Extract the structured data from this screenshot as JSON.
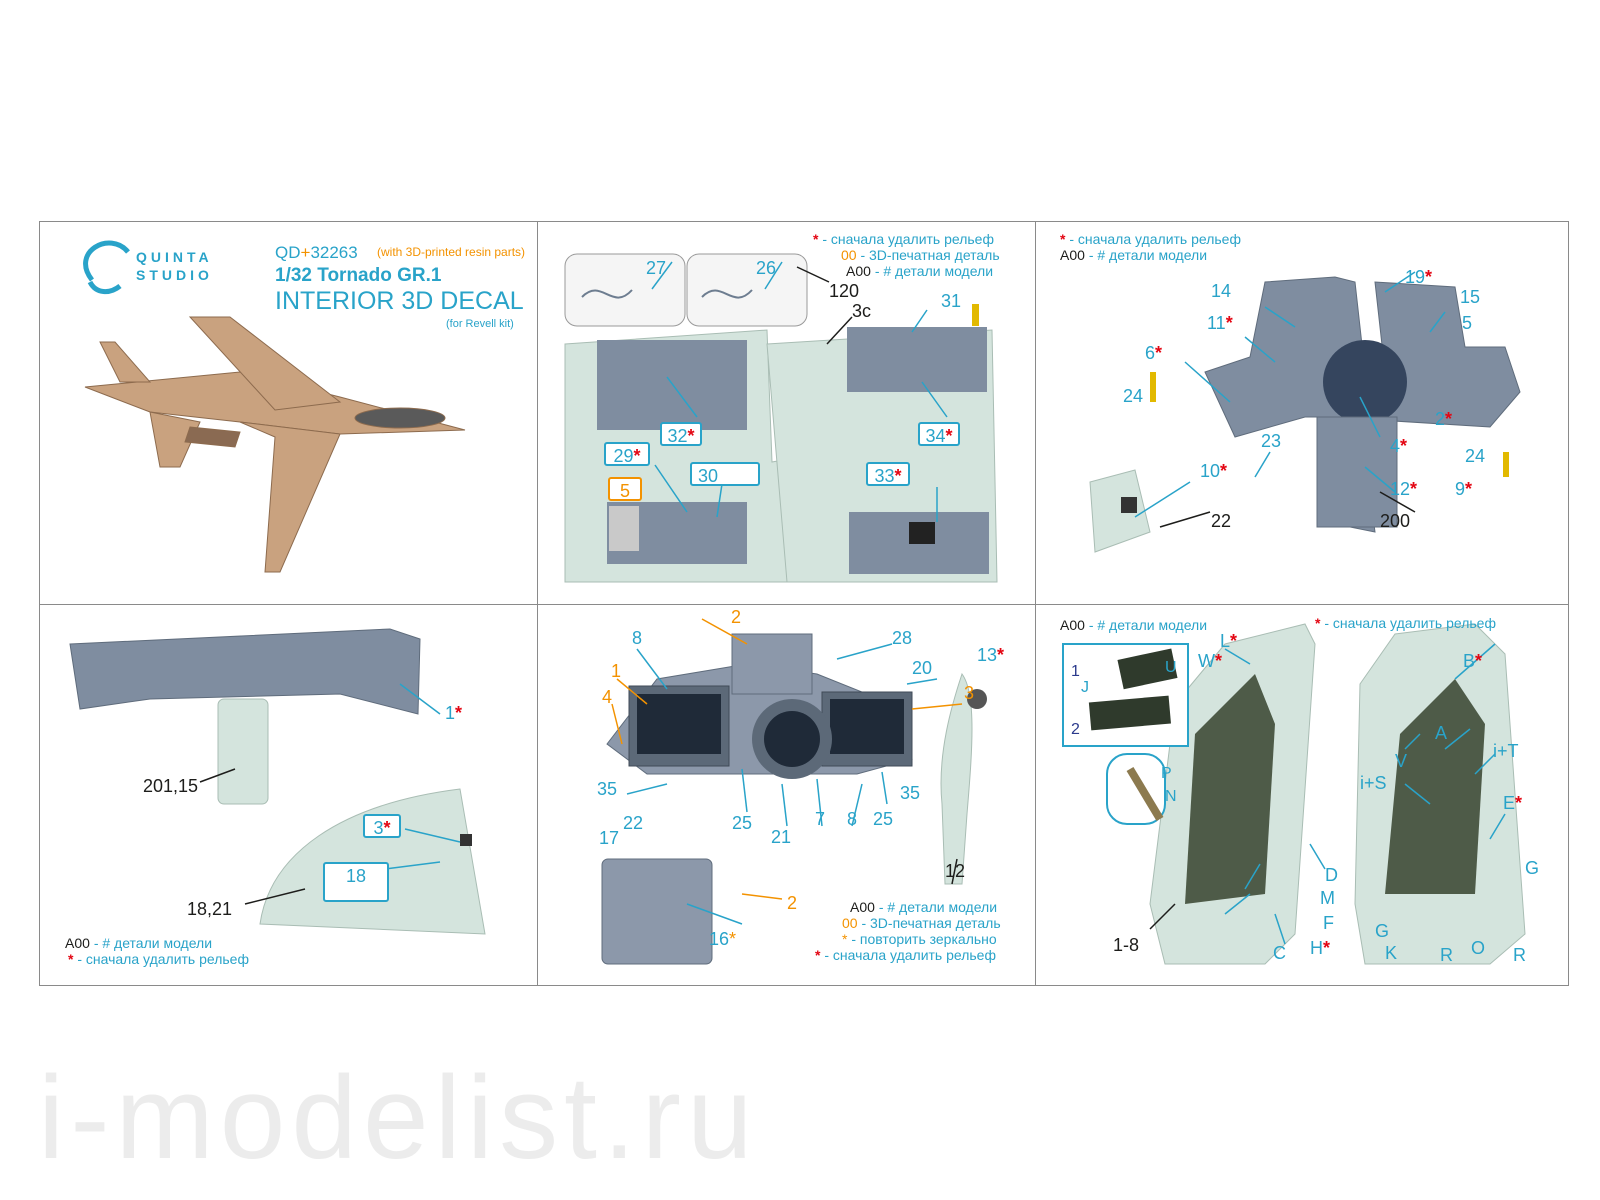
{
  "brand": {
    "line1": "QUINTA",
    "line2": "STUDIO"
  },
  "product": {
    "code_prefix": "QD",
    "code_plus": "+",
    "code_number": "32263",
    "note": "(with 3D-printed resin parts)",
    "scale_model": "1/32 Tornado GR.1",
    "title": "INTERIOR 3D DECAL",
    "kit": "(for Revell kit)"
  },
  "legend": {
    "star": "*",
    "star_text": "- сначала удалить рельеф",
    "printed_code": "00",
    "printed_text": "- 3D-печатная деталь",
    "model_code": "A00",
    "model_text": "- # детали модели",
    "mirror_text": "- повторить зеркально"
  },
  "panel2": {
    "labels": {
      "l27": "27",
      "l26": "26",
      "l120": "120",
      "l31": "31",
      "l3c": "3c",
      "l32": "32",
      "l34": "34",
      "l29": "29",
      "l30": "30",
      "l5": "5",
      "l33": "33"
    }
  },
  "panel3": {
    "labels": {
      "l14": "14",
      "l19": "19",
      "l15": "15",
      "l5": "5",
      "l11": "11",
      "l6": "6",
      "l24a": "24",
      "l2": "2",
      "l4": "4",
      "l9": "9",
      "l24b": "24",
      "l23": "23",
      "l12": "12",
      "l10": "10",
      "l200": "200",
      "l22": "22"
    }
  },
  "panel4": {
    "labels": {
      "l1": "1",
      "l201": "201,15",
      "l3": "3",
      "l18": "18",
      "l1821": "18,21"
    }
  },
  "panel5": {
    "labels": {
      "l2a": "2",
      "l8a": "8",
      "l28": "28",
      "l1": "1",
      "l20": "20",
      "l3": "3",
      "l4": "4",
      "l13": "13",
      "l35a": "35",
      "l25a": "25",
      "l21": "21",
      "l7": "7",
      "l8b": "8",
      "l25b": "25",
      "l35b": "35",
      "l17": "17",
      "l22": "22",
      "l2b": "2",
      "l16": "16",
      "l12": "12"
    }
  },
  "panel6": {
    "labels": {
      "L": "L",
      "W": "W",
      "B": "B",
      "J1": "1",
      "J": "J",
      "U": "U",
      "J2": "2",
      "A": "A",
      "V": "V",
      "iT": "i+T",
      "P": "P",
      "N": "N",
      "iS": "i+S",
      "E": "E",
      "D": "D",
      "M": "M",
      "G1": "G",
      "F": "F",
      "G2": "G",
      "H": "H",
      "C": "C",
      "K": "K",
      "O": "O",
      "R1": "R",
      "R2": "R",
      "l18": "1-8"
    }
  },
  "watermark": "i-modelist.ru",
  "colors": {
    "blue": "#29a3c9",
    "orange": "#f39200",
    "red": "#e30613",
    "panel_grey": "#7f8da0",
    "seafoam": "#d4e4dd"
  }
}
